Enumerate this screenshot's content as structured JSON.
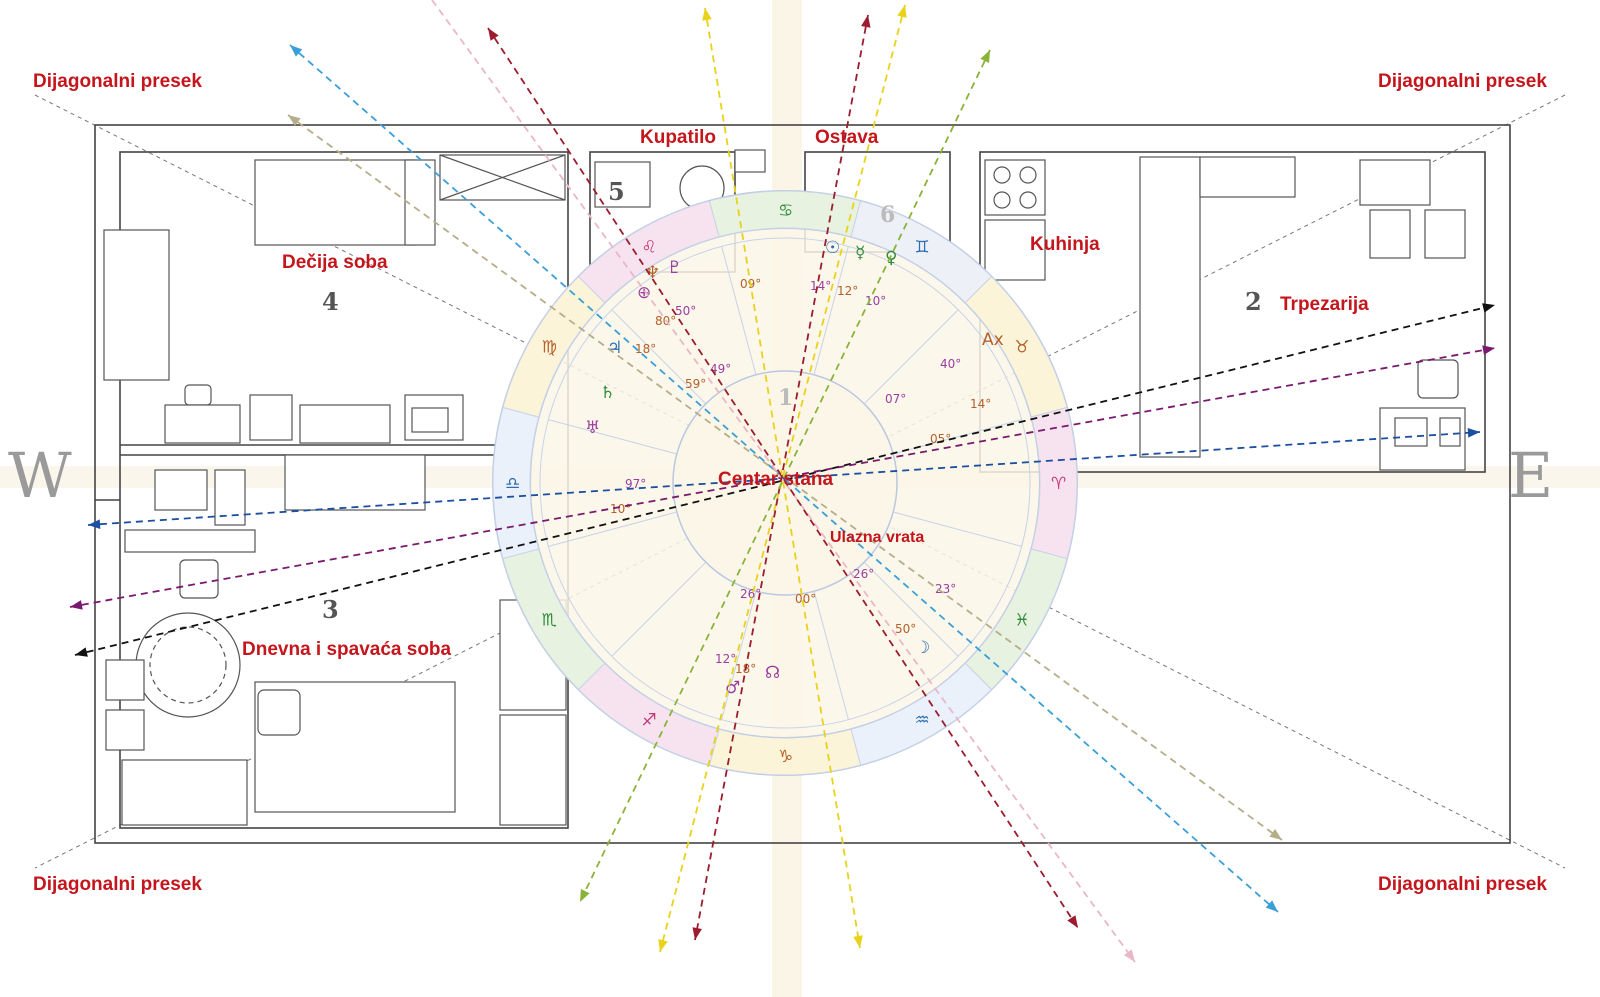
{
  "cardinals": {
    "west": "W",
    "east": "E"
  },
  "diagonal_labels": {
    "top_left": "Dijagonalni presek",
    "top_right": "Dijagonalni presek",
    "bottom_left": "Dijagonalni presek",
    "bottom_right": "Dijagonalni presek"
  },
  "rooms": {
    "bathroom": "Kupatilo",
    "storage": "Ostava",
    "kitchen": "Kuhinja",
    "dining": "Trpezarija",
    "kids_room": "Dečija soba",
    "living_room": "Dnevna i spavaća soba",
    "entrance": "Ulazna vrata",
    "center": "Centar stana"
  },
  "zone_numbers": {
    "z1": "1",
    "z2": "2",
    "z3": "3",
    "z4": "4",
    "z5": "5",
    "z6": "6"
  },
  "chart_ring": {
    "sign_glyphs": [
      "♋",
      "♊",
      "♉",
      "♈",
      "♓",
      "♒",
      "♑",
      "♐",
      "♏",
      "♎",
      "♍",
      "♌"
    ],
    "planet_glyphs": [
      "♇",
      "♆",
      "⊕",
      "♃",
      "♄",
      "♅",
      "☉",
      "☿",
      "♀",
      "♂",
      "☊",
      "☽"
    ],
    "degree_marks": [
      "09°",
      "14°",
      "12°",
      "10°",
      "80°",
      "50°",
      "18°",
      "49°",
      "59°",
      "07°",
      "05°",
      "40°",
      "14°",
      "97°",
      "10°",
      "26°",
      "18°",
      "23°",
      "50°",
      "12°",
      "00°",
      "26°"
    ],
    "ascendant": "Ax"
  },
  "colors": {
    "accent_red": "#c4161c",
    "ring_base": "#fbf6e8",
    "axis_black": "#111111",
    "axis_purple": "#7a1a6f",
    "axis_blue": "#1c4fa1",
    "axis_cyan": "#3a9fd8",
    "axis_yellow": "#e8d21a",
    "axis_green": "#8ab33a",
    "axis_crimson": "#9b1c2e",
    "axis_pink": "#e9b7c7",
    "axis_khaki": "#b6ad8a"
  }
}
